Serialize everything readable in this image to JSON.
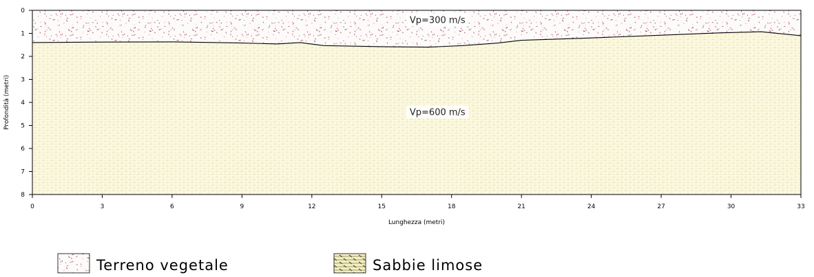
{
  "section": {
    "x_axis": {
      "title": "Lunghezza  (metri)",
      "range": [
        0,
        33
      ],
      "ticks": [
        0,
        3,
        6,
        9,
        12,
        15,
        18,
        21,
        24,
        27,
        30,
        33
      ]
    },
    "y_axis": {
      "title": "Profondità  (metri)",
      "range": [
        0,
        8
      ],
      "ticks": [
        0,
        1,
        2,
        3,
        4,
        5,
        6,
        7,
        8
      ]
    },
    "interface": [
      [
        0,
        1.4
      ],
      [
        3,
        1.38
      ],
      [
        6,
        1.37
      ],
      [
        9,
        1.42
      ],
      [
        10.5,
        1.46
      ],
      [
        11.5,
        1.4
      ],
      [
        12.5,
        1.53
      ],
      [
        15,
        1.58
      ],
      [
        17,
        1.6
      ],
      [
        18.5,
        1.53
      ],
      [
        20,
        1.42
      ],
      [
        21,
        1.3
      ],
      [
        24,
        1.2
      ],
      [
        27,
        1.08
      ],
      [
        29.5,
        0.98
      ],
      [
        31.3,
        0.93
      ],
      [
        33,
        1.1
      ]
    ],
    "layers": [
      {
        "name": "Terreno vegetale",
        "velocity_label": "Vp=300  m/s",
        "label_pos": [
          16.2,
          0.4
        ],
        "color": "#a85862"
      },
      {
        "name": "Sabbie limose",
        "velocity_label": "Vp=600  m/s",
        "label_pos": [
          16.2,
          4.4
        ],
        "color": "#c9c36a"
      }
    ]
  },
  "legend": {
    "items": [
      {
        "label": "Terreno vegetale",
        "icon": "speckle-swatch-icon"
      },
      {
        "label": "Sabbie limose",
        "icon": "sand-hatch-swatch-icon"
      }
    ]
  }
}
